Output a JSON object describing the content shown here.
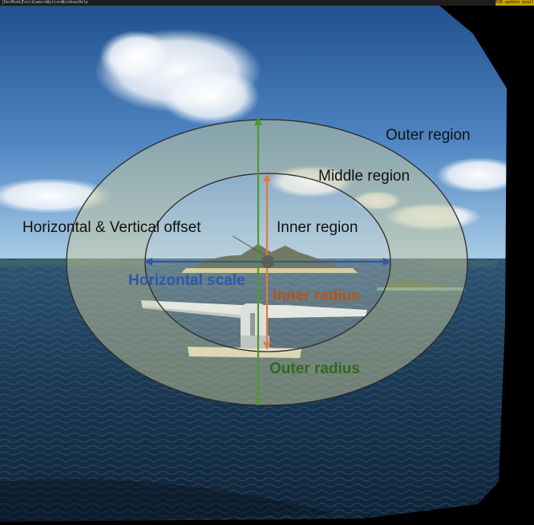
{
  "menubar": {
    "items": [
      "[DevMode]",
      "Tools",
      "Camera",
      "Options",
      "Windows",
      "Help"
    ],
    "status": "EXE update available"
  },
  "labels": {
    "outer_region": "Outer region",
    "middle_region": "Middle region",
    "inner_region": "Inner region",
    "offset": "Horizontal & Vertical offset",
    "horizontal_scale": "Horizontal scale",
    "inner_radius": "Inner radius",
    "outer_radius": "Outer radius"
  },
  "colors": {
    "horizontal_scale": "#2f57a8",
    "inner_radius": "#e07b39",
    "outer_radius": "#4e9a2b",
    "outer_region_overlay": "#c8c89c",
    "middle_region_overlay": "#dcdcc4",
    "ring_outline": "#2a2a2a"
  }
}
